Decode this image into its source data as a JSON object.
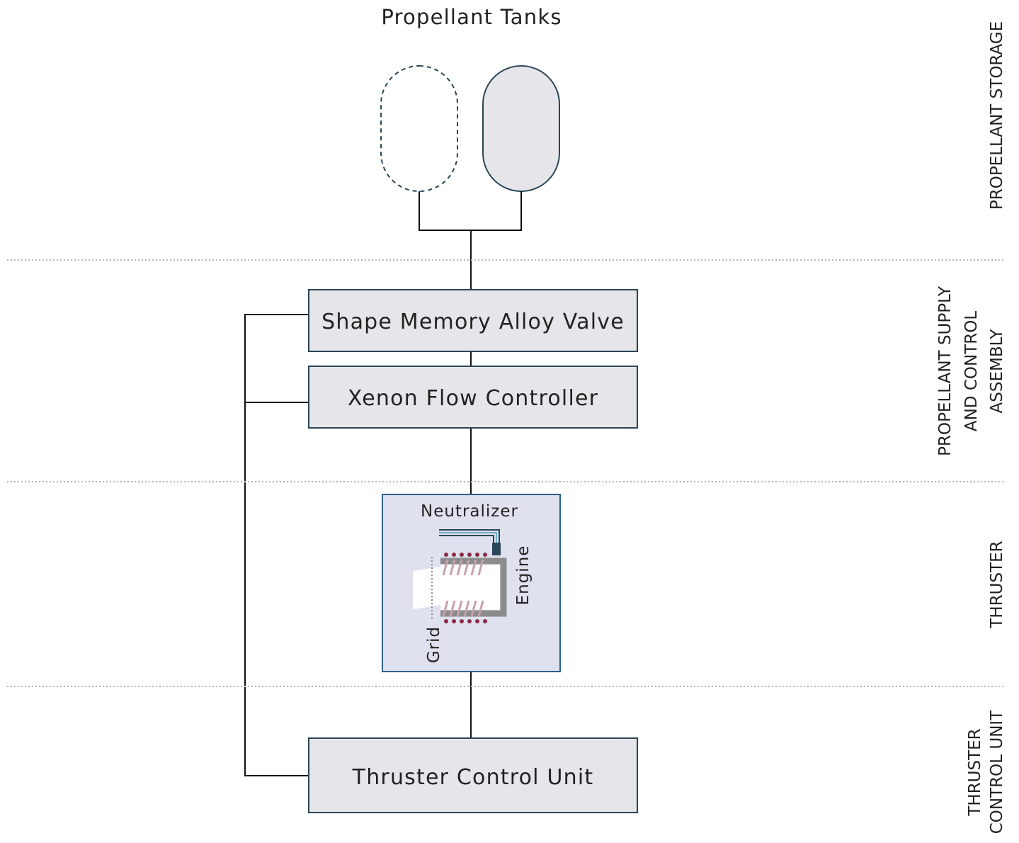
{
  "title": "Propellant Tanks",
  "sections": {
    "storage": "PROPELLANT STORAGE",
    "supply_line1": "PROPELLANT SUPPLY",
    "supply_line2": "AND CONTROL",
    "supply_line3": "ASSEMBLY",
    "thruster": "THRUSTER",
    "tcu_line1": "THRUSTER",
    "tcu_line2": "CONTROL UNIT"
  },
  "components": {
    "valve": "Shape Memory Alloy Valve",
    "flow_controller": "Xenon Flow Controller",
    "control_unit": "Thruster Control Unit"
  },
  "thruster_labels": {
    "neutralizer": "Neutralizer",
    "engine": "Engine",
    "grid": "Grid"
  },
  "colors": {
    "box_fill": "#e6e6ea",
    "box_stroke": "#2b4657",
    "thruster_fill": "#dfe1ef",
    "thruster_stroke": "#2d5f8a",
    "coil": "#8a2a46",
    "engine_body": "#8c8c8c",
    "divider": "#b5b5b5"
  }
}
